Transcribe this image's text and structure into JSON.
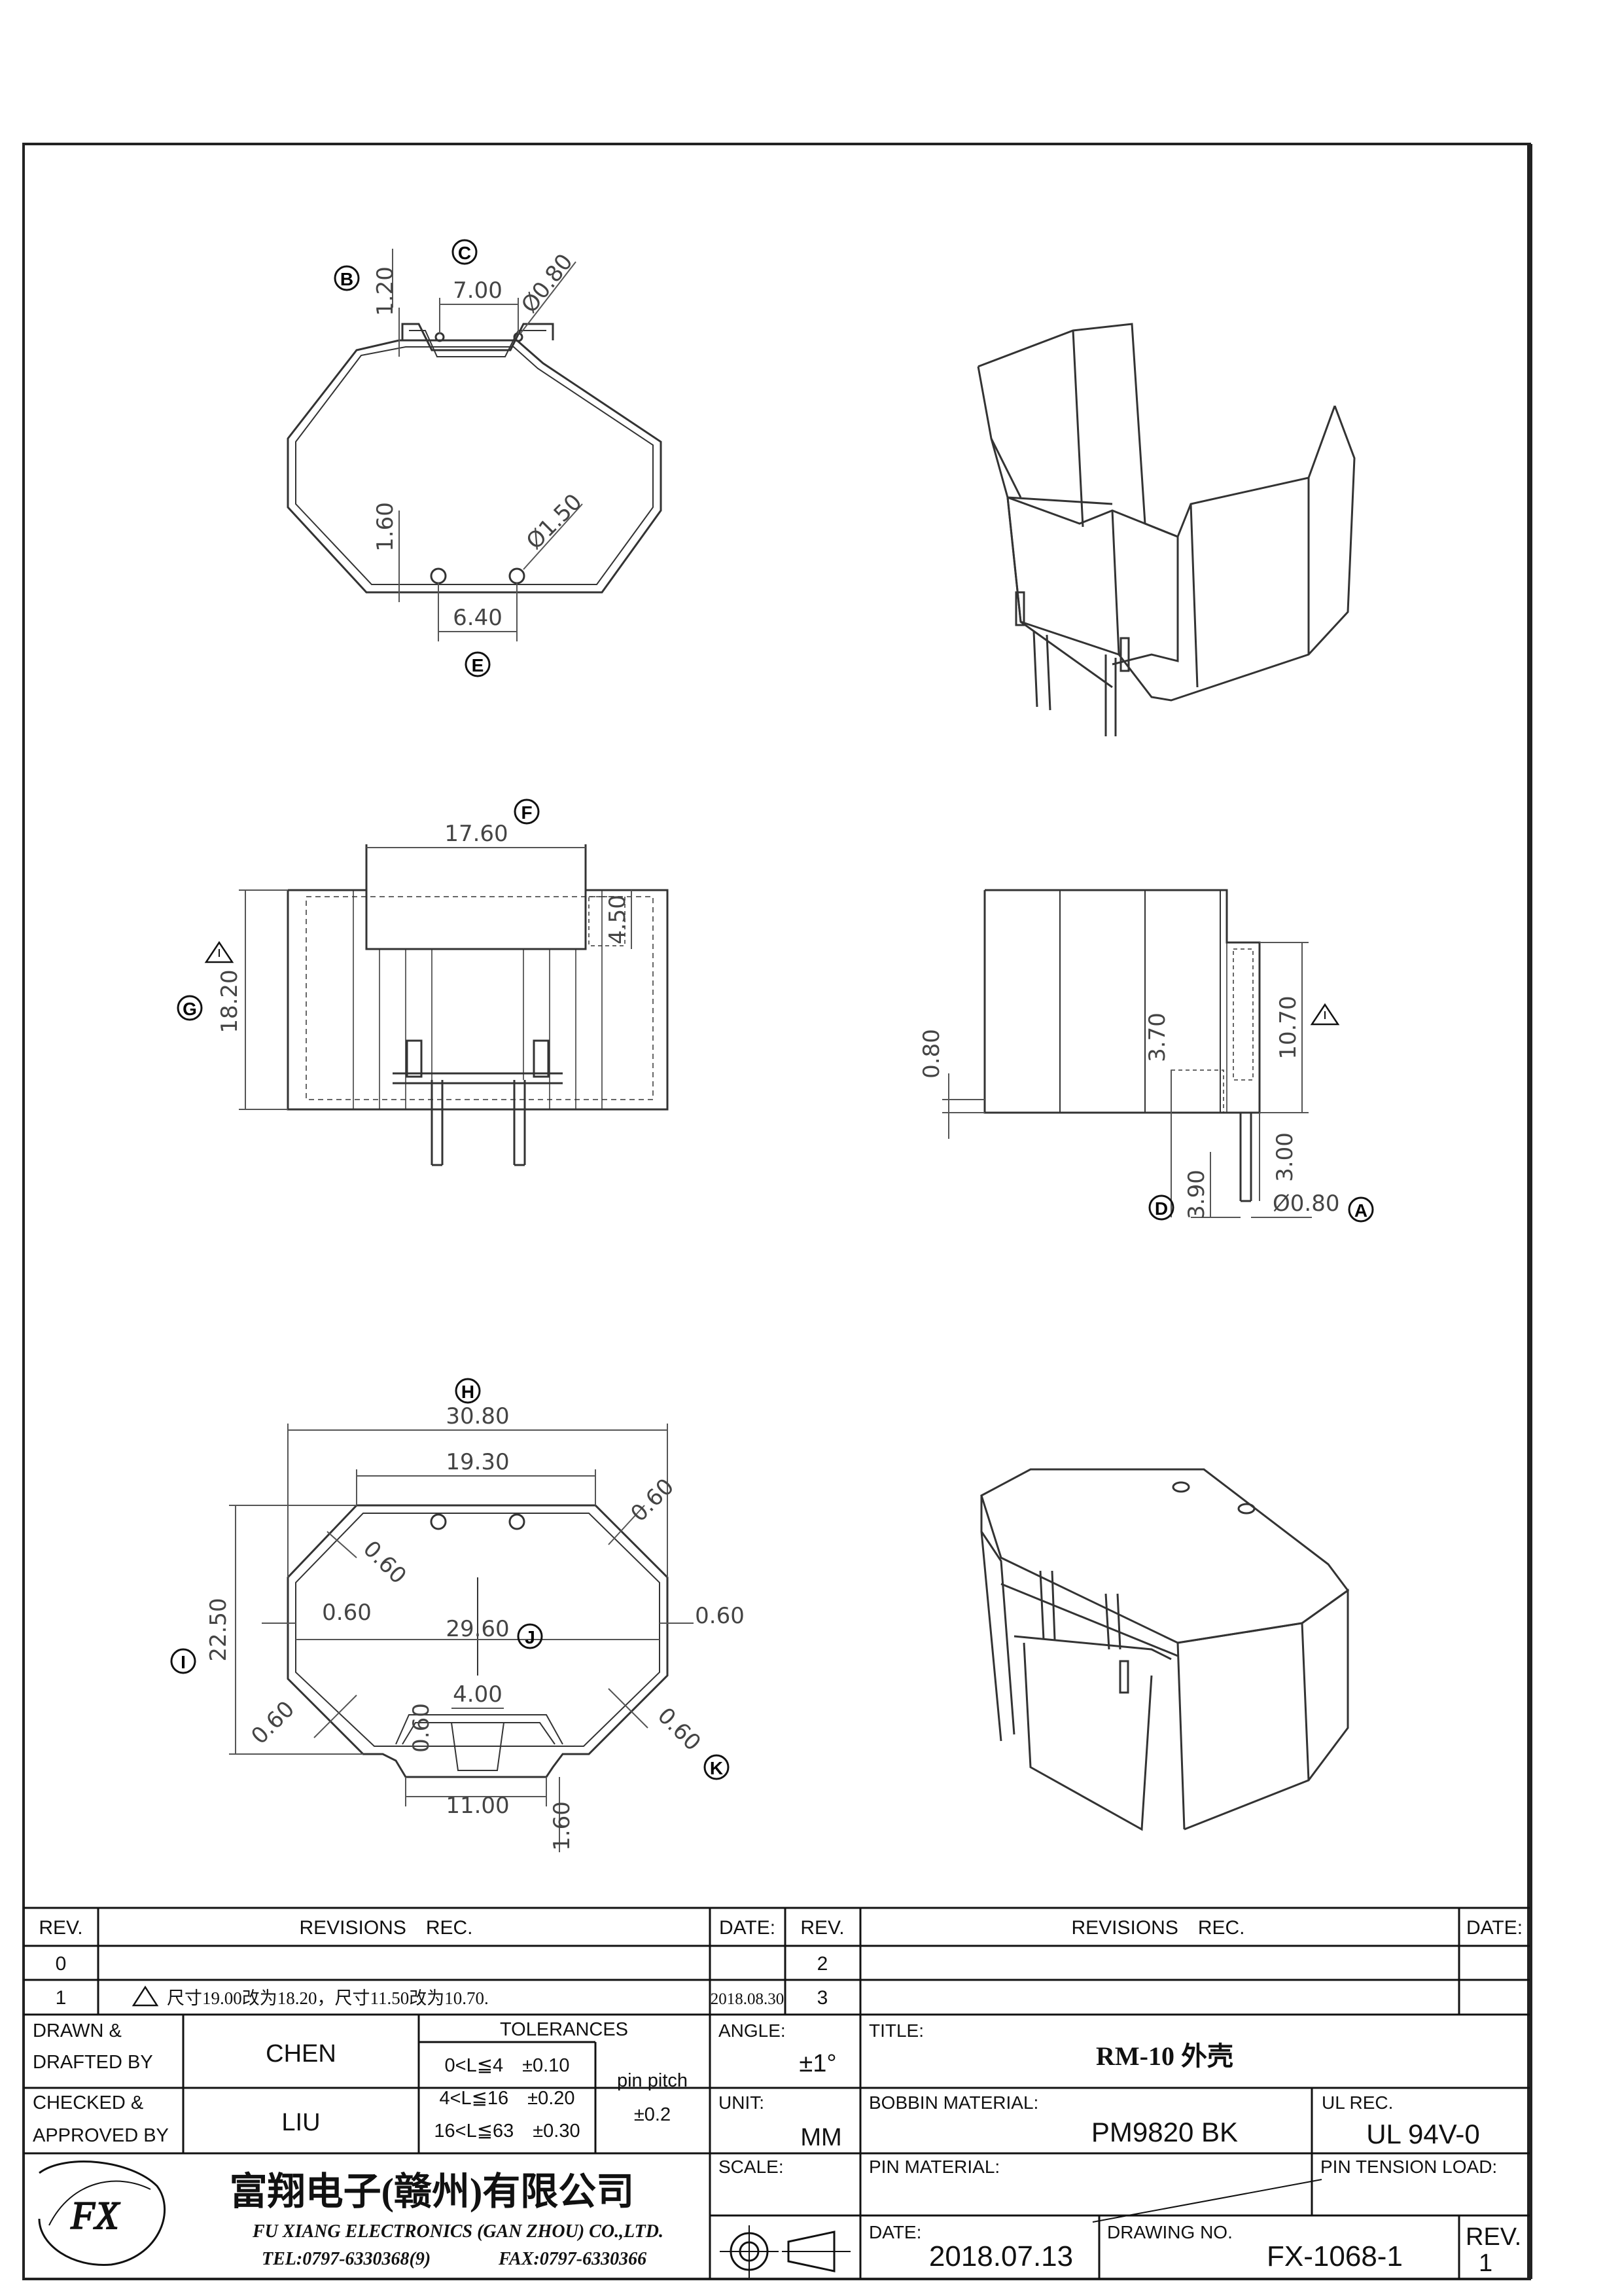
{
  "views": {
    "top": {
      "dims": {
        "c1": "1.20",
        "c2": "7.00",
        "c3": "Ø0.80",
        "c4": "1.60",
        "c5": "Ø1.50",
        "c6": "6.40"
      },
      "markers": {
        "b": "B",
        "c": "C",
        "e": "E"
      }
    },
    "front": {
      "dims": {
        "d1": "17.60",
        "d2": "4.50",
        "d3": "18.20"
      },
      "markers": {
        "f": "F",
        "g": "G"
      }
    },
    "side": {
      "dims": {
        "s1": "10.70",
        "s2": "3.70",
        "s3": "0.80",
        "s4": "3.00",
        "s5": "3.90",
        "s6": "Ø0.80"
      },
      "markers": {
        "d": "D",
        "a": "A"
      }
    },
    "bottom": {
      "dims": {
        "b1": "30.80",
        "b2": "19.30",
        "b3": "0.60",
        "b4": "0.60",
        "b5": "0.60",
        "b6": "0.60",
        "b7": "29.60",
        "b8": "22.50",
        "b9": "4.00",
        "b10": "0.60",
        "b11": "0.60",
        "b12": "0.60",
        "b13": "11.00",
        "b14": "1.60"
      },
      "markers": {
        "h": "H",
        "i": "I",
        "j": "J",
        "k": "K"
      }
    }
  },
  "title_block": {
    "rev_header": "REV.",
    "revisions_header": "REVISIONS　REC.",
    "date_header": "DATE:",
    "rev_rows": [
      {
        "rev": "0",
        "text": "",
        "date": ""
      },
      {
        "rev": "1",
        "text": "尺寸19.00改为18.20，尺寸11.50改为10.70.",
        "date": "2018.08.30"
      }
    ],
    "rev_right": [
      "2",
      "3"
    ],
    "drawn_label_1": "DRAWN &",
    "drawn_label_2": "DRAFTED BY",
    "drawn_value": "CHEN",
    "checked_label_1": "CHECKED &",
    "checked_label_2": "APPROVED BY",
    "checked_value": "LIU",
    "tolerances_label": "TOLERANCES",
    "tol_rows": [
      "0<L≦4　±0.10",
      "4<L≦16　±0.20",
      "16<L≦63　±0.30"
    ],
    "pin_pitch_label": "pin pitch",
    "pin_pitch_value": "±0.2",
    "angle_label": "ANGLE:",
    "angle_value": "±1°",
    "unit_label": "UNIT:",
    "unit_value": "MM",
    "scale_label": "SCALE:",
    "title_label": "TITLE:",
    "title_value": "RM-10 外壳",
    "bobbin_material_label": "BOBBIN MATERIAL:",
    "bobbin_material_value": "PM9820 BK",
    "ul_rec_label": "UL REC.",
    "ul_rec_value": "UL 94V-0",
    "pin_material_label": "PIN MATERIAL:",
    "pin_tension_label": "PIN TENSION LOAD:",
    "date_label": "DATE:",
    "date_value": "2018.07.13",
    "drawing_no_label": "DRAWING NO.",
    "drawing_no_value": "FX-1068-1",
    "rev_label": "REV.",
    "rev_value": "1",
    "company_cn": "富翔电子(赣州)有限公司",
    "company_en": "FU XIANG ELECTRONICS (GAN ZHOU) CO.,LTD.",
    "tel": "TEL:0797-6330368(9)",
    "fax": "FAX:0797-6330366",
    "logo_text": "FX"
  },
  "colors": {
    "line": "#222222",
    "thin": "#555555",
    "paper": "#ffffff"
  }
}
